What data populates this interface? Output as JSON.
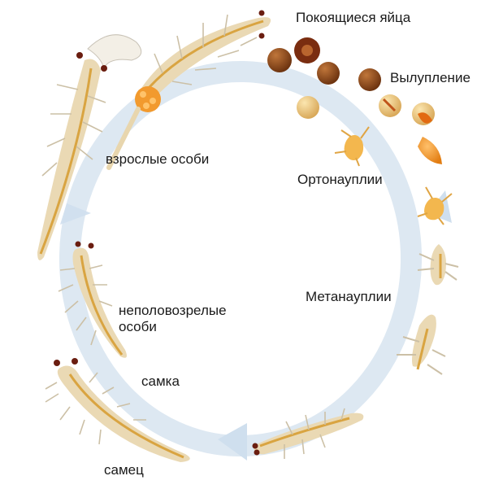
{
  "labels": {
    "resting_eggs": "Покоящиеся яйца",
    "hatching": "Вылупление",
    "orthonauplii": "Ортонауплии",
    "metanauplii": "Метанауплии",
    "adults": "взрослые особи",
    "juveniles": "неполовозрелые особи",
    "female": "самка",
    "male": "самец"
  },
  "colors": {
    "cycle_arrow": "#dde8f2",
    "egg_brown": "#8b4513",
    "egg_light": "#e8c27a",
    "body": "#ead9b4",
    "gut": "#d9a441",
    "cluster": "#f29a2e"
  }
}
